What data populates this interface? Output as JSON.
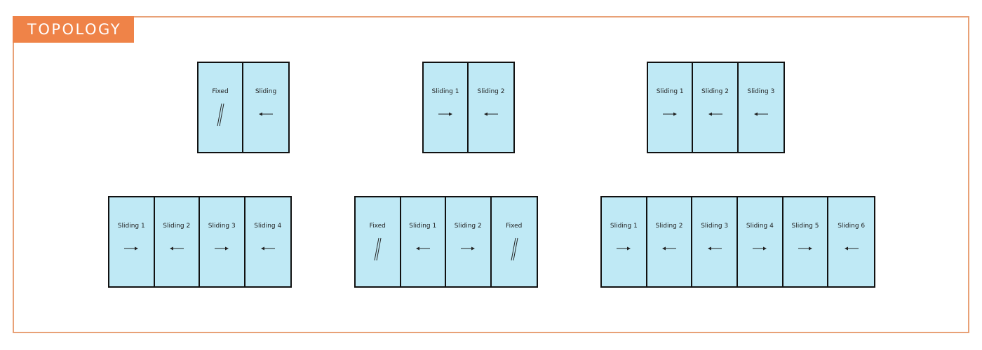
{
  "header": {
    "title": "TOPOLOGY"
  },
  "colors": {
    "accent": "#ef8348",
    "frame": "#e8a177",
    "panel_fill": "#bfe9f5",
    "panel_stroke": "#111111"
  },
  "configurations": [
    {
      "panels": [
        {
          "label": "Fixed",
          "icon": "fixed-icon"
        },
        {
          "label": "Sliding",
          "icon": "arrow-left-icon"
        }
      ]
    },
    {
      "panels": [
        {
          "label": "Sliding 1",
          "icon": "arrow-right-icon"
        },
        {
          "label": "Sliding 2",
          "icon": "arrow-left-icon"
        }
      ]
    },
    {
      "panels": [
        {
          "label": "Sliding 1",
          "icon": "arrow-right-icon"
        },
        {
          "label": "Sliding 2",
          "icon": "arrow-left-icon"
        },
        {
          "label": "Sliding 3",
          "icon": "arrow-left-icon"
        }
      ]
    },
    {
      "panels": [
        {
          "label": "Sliding 1",
          "icon": "arrow-right-icon"
        },
        {
          "label": "Sliding 2",
          "icon": "arrow-left-icon"
        },
        {
          "label": "Sliding 3",
          "icon": "arrow-right-icon"
        },
        {
          "label": "Sliding 4",
          "icon": "arrow-left-icon"
        }
      ]
    },
    {
      "panels": [
        {
          "label": "Fixed",
          "icon": "fixed-icon"
        },
        {
          "label": "Sliding 1",
          "icon": "arrow-left-icon"
        },
        {
          "label": "Sliding 2",
          "icon": "arrow-right-icon"
        },
        {
          "label": "Fixed",
          "icon": "fixed-icon"
        }
      ]
    },
    {
      "panels": [
        {
          "label": "Sliding 1",
          "icon": "arrow-right-icon"
        },
        {
          "label": "Sliding 2",
          "icon": "arrow-left-icon"
        },
        {
          "label": "Sliding 3",
          "icon": "arrow-left-icon"
        },
        {
          "label": "Sliding 4",
          "icon": "arrow-right-icon"
        },
        {
          "label": "Sliding 5",
          "icon": "arrow-right-icon"
        },
        {
          "label": "Sliding 6",
          "icon": "arrow-left-icon"
        }
      ]
    }
  ]
}
